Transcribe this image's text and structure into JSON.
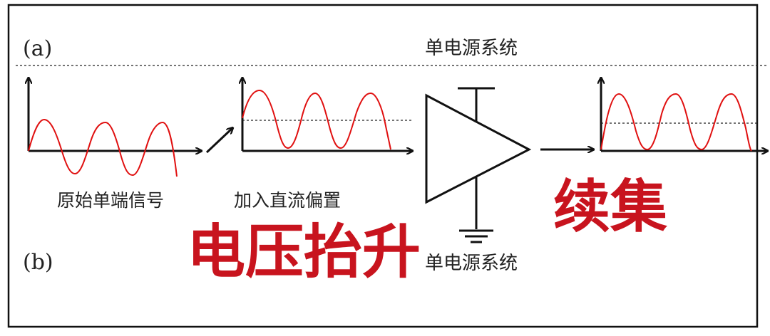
{
  "labels": {
    "part_a": "(a)",
    "part_b": "(b)",
    "single_supply_top": "单电源系统",
    "single_supply_bottom": "单电源系统",
    "original_signal": "原始单端信号",
    "add_dc_bias": "加入直流偏置"
  },
  "overlay": {
    "voltage_lift": "电压抬升",
    "continued": "续集"
  },
  "colors": {
    "waveform": "#e01010",
    "overlay_text": "#c8141e",
    "line": "#111111",
    "dashed": "#222222"
  },
  "icons": {
    "amplifier": "amplifier-triangle-icon",
    "ground": "ground-symbol-icon",
    "arrow": "arrow-right-icon"
  }
}
